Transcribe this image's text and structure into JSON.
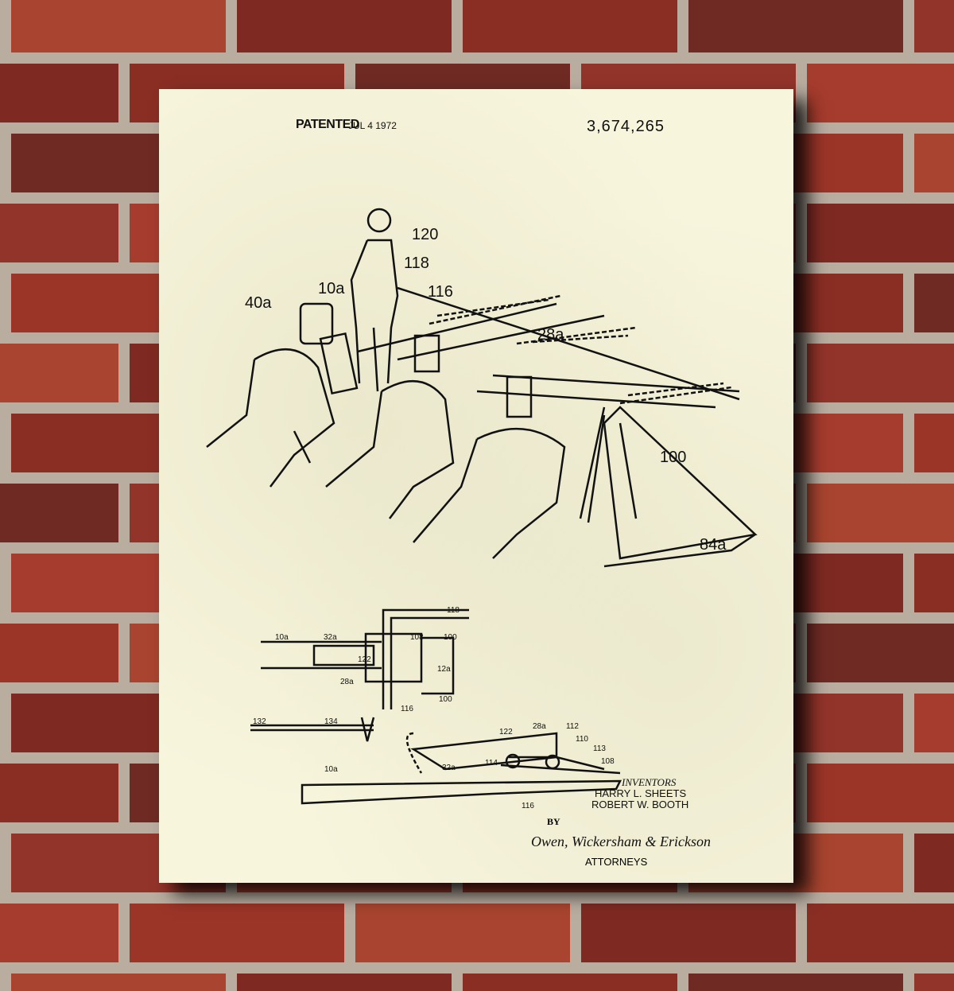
{
  "poster": {
    "patented_label": "PATENTED",
    "date": "JUL  4 1972",
    "patent_number": "3,674,265",
    "inventors_label": "INVENTORS",
    "inventors": [
      "HARRY L. SHEETS",
      "ROBERT W. BOOTH"
    ],
    "by_label": "BY",
    "signature": "Owen, Wickersham & Erickson",
    "attorneys_label": "ATTORNEYS",
    "fig1_labels": [
      "120",
      "118",
      "116",
      "40a",
      "10a",
      "28a",
      "100",
      "84a"
    ],
    "fig2_labels": [
      "118",
      "10a",
      "32a",
      "108",
      "100",
      "122",
      "12a",
      "28a",
      "100",
      "116",
      "132",
      "134"
    ],
    "fig3_labels": [
      "122",
      "28a",
      "112",
      "110",
      "113",
      "114",
      "108",
      "10a",
      "32a",
      "116"
    ]
  },
  "colors": {
    "paper": "#f7f5dc",
    "ink": "#111111",
    "brick": "#9b3528",
    "mortar": "#b9ada0"
  }
}
